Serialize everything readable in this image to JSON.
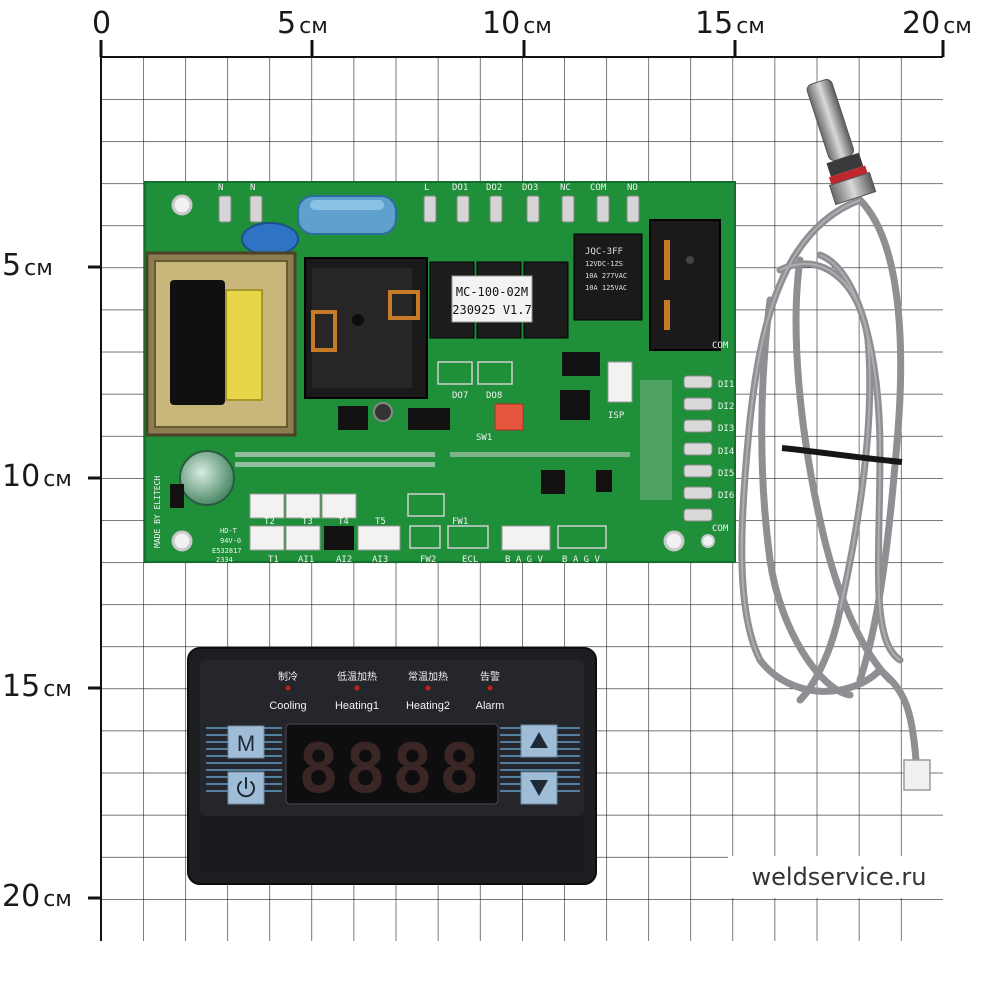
{
  "ruler": {
    "top": [
      {
        "num": "0",
        "unit": ""
      },
      {
        "num": "5",
        "unit": "см"
      },
      {
        "num": "10",
        "unit": "см"
      },
      {
        "num": "15",
        "unit": "см"
      },
      {
        "num": "20",
        "unit": "см"
      }
    ],
    "left": [
      {
        "num": "5",
        "unit": "см"
      },
      {
        "num": "10",
        "unit": "см"
      },
      {
        "num": "15",
        "unit": "см"
      },
      {
        "num": "20",
        "unit": "см"
      }
    ]
  },
  "board": {
    "model_line1": "MC-100-02M",
    "model_line2": "230925 V1.7",
    "relay_lines": [
      "JQC-3FF",
      "12VDC-1ZS",
      "10A 277VAC",
      "10A 125VAC"
    ],
    "made_by": "MADE BY ELITECH",
    "isp": "ISP",
    "sw1": "SW1",
    "do7": "DO7",
    "do8": "DO8",
    "com": "COM",
    "top_terminals": [
      "N",
      "N",
      "L",
      "DO1",
      "DO2",
      "DO3",
      "NC",
      "COM",
      "NO"
    ],
    "di_labels": [
      "DI1",
      "DI2",
      "DI3",
      "DI4",
      "DI5",
      "DI6",
      "COM"
    ],
    "bottom_labels": [
      "T1",
      "AI1",
      "AI2",
      "AI3",
      "FW2",
      "ECL",
      "B A G V",
      "B A G V"
    ],
    "upper_small_labels": [
      "T2",
      "T3",
      "T4",
      "T5",
      "FW1"
    ],
    "cert_lines": [
      "HD-T",
      "94V-0",
      "E532817",
      "2334"
    ]
  },
  "controller": {
    "indicators": [
      {
        "cn": "制冷",
        "en": "Cooling"
      },
      {
        "cn": "低温加热",
        "en": "Heating1"
      },
      {
        "cn": "常温加热",
        "en": "Heating2"
      },
      {
        "cn": "告警",
        "en": "Alarm"
      }
    ],
    "btn_mode": "M",
    "display_digits": "8888",
    "colors": {
      "bezel": "#1d1e22",
      "stripe": "#5b8fb3",
      "button": "#9fbdd6",
      "led": "#c4201a"
    },
    "icons": [
      "power-icon",
      "arrow-up-icon",
      "arrow-down-icon"
    ]
  },
  "watermark": "weldservice.ru"
}
